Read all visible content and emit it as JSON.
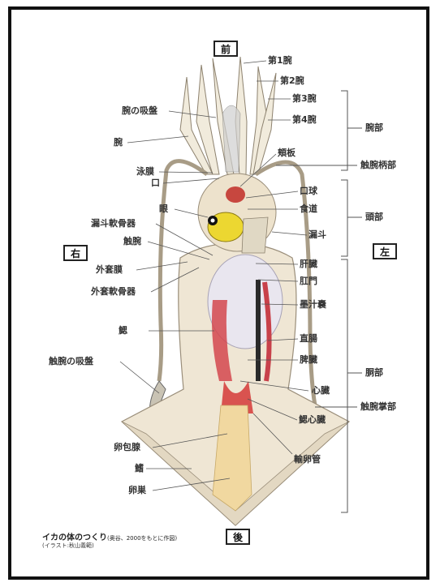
{
  "directions": {
    "front": "前",
    "back": "後",
    "right": "右",
    "left": "左"
  },
  "labels": {
    "arm1": "第1腕",
    "arm2": "第2腕",
    "arm3": "第3腕",
    "arm4": "第4腕",
    "arm_suckers": "腕の吸盤",
    "arm": "腕",
    "swim_membrane": "泳膜",
    "mouth": "口",
    "cheek_plate": "頬板",
    "buccal_bulb": "口球",
    "esophagus": "食道",
    "eye": "眼",
    "funnel_cartilage": "漏斗軟骨器",
    "tentacle": "触腕",
    "funnel": "漏斗",
    "outer_membrane": "外套膜",
    "mantle_cartilage": "外套軟骨器",
    "liver": "肝臓",
    "anus": "肛門",
    "ink_sac": "墨汁嚢",
    "gill": "鰓",
    "rectum": "直腸",
    "spleen": "脾臓",
    "tentacle_suckers": "触腕の吸盤",
    "heart": "心臓",
    "branchial_heart": "鰓心臓",
    "oviduct": "輸卵管",
    "nidamental_gland": "卵包腺",
    "fin": "鰭",
    "ovary": "卵巣"
  },
  "groups": {
    "arm_section": "腕部",
    "tentacle_stalk": "触腕柄部",
    "head_section": "頭部",
    "trunk_section": "胴部",
    "tentacle_club": "触腕掌部"
  },
  "caption": {
    "title": "イカの体のつくり",
    "source": "(奥谷、2000をもとに作図)",
    "credit": "(イラスト:秋山義範)"
  },
  "colors": {
    "body": "#efe6d4",
    "outline": "#9a8e7a",
    "muscle": "#d4464e",
    "eye": "#e8d22a",
    "liver": "#e9e6ef",
    "gonad": "#f1d8a0"
  }
}
